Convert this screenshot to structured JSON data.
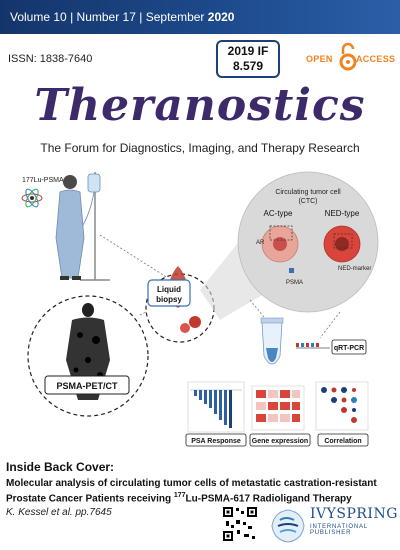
{
  "header": {
    "volume": "Volume 10",
    "number": "Number 17",
    "date_prefix": "September",
    "year": "2020",
    "sep": "|"
  },
  "issn": "ISSN: 1838-7640",
  "impact": {
    "label": "2019 IF",
    "value": "8.579"
  },
  "open_access": {
    "open": "OPEN",
    "access": "ACCESS"
  },
  "journal": {
    "title": "Theranostics",
    "subtitle": "The Forum for Diagnostics, Imaging, and Therapy Research"
  },
  "figure": {
    "isotope_label": "177Lu-PSMA",
    "ctc_title": "Circulating tumor cell",
    "ctc_abbrev": "(CTC)",
    "ac_type": "AC-type",
    "ned_type": "NED-type",
    "ar_label": "AR",
    "psma_label": "PSMA",
    "ned_marker": "NED-marker",
    "liquid_biopsy": "Liquid biopsy",
    "pet_label": "PSMA-PET/CT",
    "qrt_label": "qRT-PCR",
    "panel_psa": "PSA Response",
    "panel_gene": "Gene expression",
    "panel_corr": "Correlation"
  },
  "cover": {
    "inside_label": "Inside Back Cover:",
    "article_title_line1": "Molecular analysis of circulating tumor cells of metastatic castration-resistant",
    "article_title_line2_pre": "Prostate Cancer Patients receiving ",
    "article_title_sup": "177",
    "article_title_line2_post": "Lu-PSMA-617 Radioligand Therapy",
    "authors": "K. Kessel et al. pp.7645"
  },
  "publisher": {
    "name": "IVYSPRING",
    "tagline": "INTERNATIONAL PUBLISHER"
  },
  "colors": {
    "header_bar": "#1d4a8c",
    "title": "#3d2a6b",
    "open_access": "#f58220",
    "ac_cell": "#e8a59a",
    "ned_cell": "#d9453a",
    "publisher": "#1e4e8c"
  },
  "icons": [
    "open-access-lock-icon",
    "iv-bag-icon",
    "atom-icon",
    "test-tube-icon",
    "qr-code-icon",
    "ivyspring-logo-icon"
  ]
}
